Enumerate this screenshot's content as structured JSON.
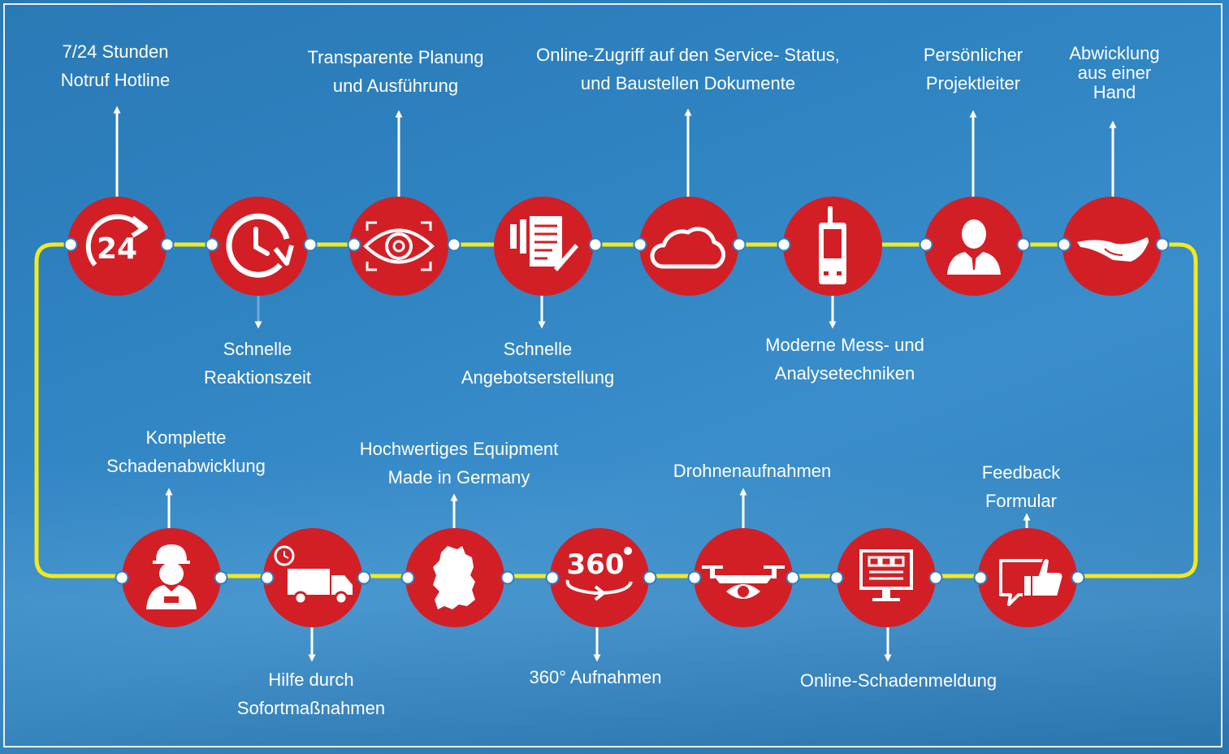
{
  "colors": {
    "background": "#2f84c2",
    "circle": "#d21f26",
    "track": "#f2ea1d",
    "arrow": "#ffffff"
  },
  "top_row": [
    {
      "icon": "24-hours-icon",
      "label": "7/24 Stunden\nNotruf Hotline"
    },
    {
      "icon": "clock-refresh-icon",
      "label": "Schnelle\nReaktionszeit"
    },
    {
      "icon": "eye-scan-icon",
      "label": "Transparente Planung\nund Ausführung"
    },
    {
      "icon": "document-pen-icon",
      "label": "Schnelle\nAngebotserstellung"
    },
    {
      "icon": "cloud-icon",
      "label": "Online-Zugriff auf den Service- Status,\nund Baustellen Dokumente"
    },
    {
      "icon": "measuring-device-icon",
      "label": "Moderne Mess- und\nAnalysetechniken"
    },
    {
      "icon": "manager-icon",
      "label": "Persönlicher\nProjektleiter"
    },
    {
      "icon": "hand-icon",
      "label": "Abwicklung\naus einer\nHand"
    }
  ],
  "bottom_row": [
    {
      "icon": "worker-icon",
      "label": "Komplette\nSchadenabwicklung"
    },
    {
      "icon": "delivery-truck-icon",
      "label": "Hilfe durch\nSofortmaßnahmen"
    },
    {
      "icon": "germany-map-icon",
      "label": "Hochwertiges Equipment\nMade in Germany"
    },
    {
      "icon": "360-view-icon",
      "label": "360° Aufnahmen",
      "icon_text": "360"
    },
    {
      "icon": "drone-eye-icon",
      "label": "Drohnenaufnahmen"
    },
    {
      "icon": "computer-monitor-icon",
      "label": "Online-Schadenmeldung"
    },
    {
      "icon": "feedback-thumbs-up-icon",
      "label": "Feedback\nFormular"
    }
  ]
}
